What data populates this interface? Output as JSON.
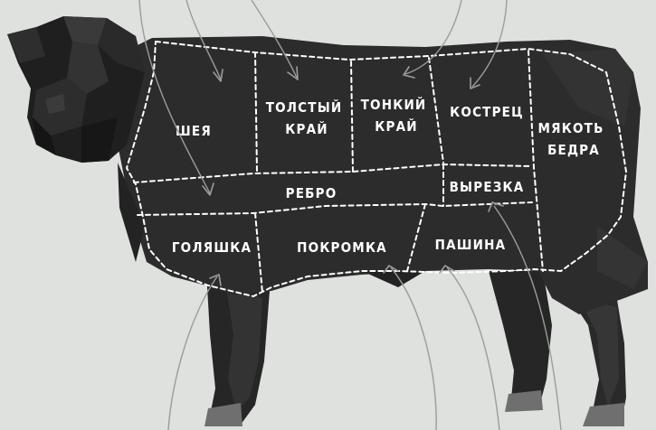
{
  "diagram": {
    "cuts": [
      {
        "id": "neck",
        "lines": [
          "ШЕЯ"
        ]
      },
      {
        "id": "thick-edge",
        "lines": [
          "ТОЛСТЫЙ",
          "КРАЙ"
        ]
      },
      {
        "id": "thin-edge",
        "lines": [
          "ТОНКИЙ",
          "КРАЙ"
        ]
      },
      {
        "id": "rump",
        "lines": [
          "КОСТРЕЦ"
        ]
      },
      {
        "id": "thigh",
        "lines": [
          "МЯКОТЬ",
          "БЕДРА"
        ]
      },
      {
        "id": "ribs",
        "lines": [
          "РЕБРО"
        ]
      },
      {
        "id": "tenderloin",
        "lines": [
          "ВЫРЕЗКА"
        ]
      },
      {
        "id": "shank",
        "lines": [
          "ГОЛЯШКА"
        ]
      },
      {
        "id": "brisket",
        "lines": [
          "ПОКРОМКА"
        ]
      },
      {
        "id": "flank",
        "lines": [
          "ПАШИНА"
        ]
      }
    ],
    "colors": {
      "background": "#dfe1df",
      "body": "#2c2c2c",
      "head": "#1f1f1f",
      "cut_lines": "#ffffff",
      "labels": "#ffffff",
      "pointers": "#9b9d9b",
      "hooves": "#6f6f6f"
    }
  }
}
